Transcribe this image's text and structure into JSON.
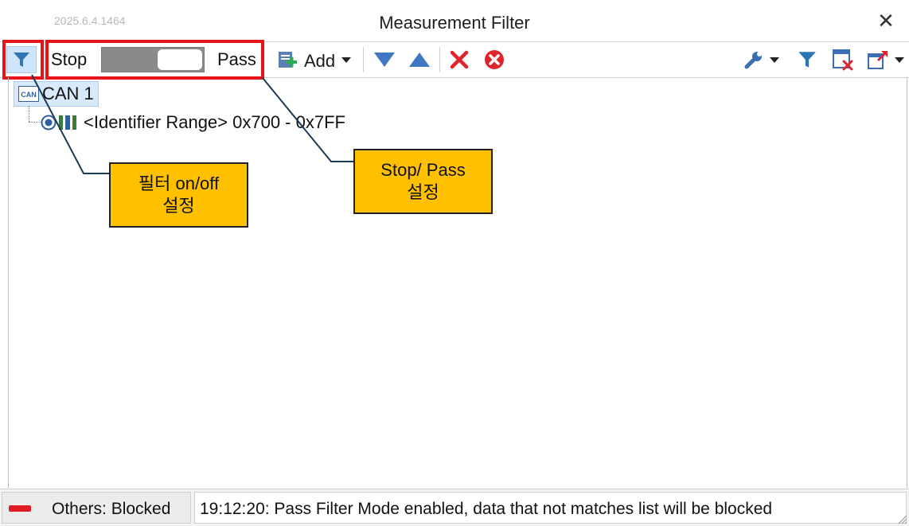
{
  "window": {
    "version": "2025.6.4.1464",
    "title": "Measurement Filter",
    "close_glyph": "✕"
  },
  "toolbar": {
    "filter_toggle_icon": "funnel-icon",
    "stop_label": "Stop",
    "pass_label": "Pass",
    "switch_state": "Pass",
    "add_label": "Add",
    "icons": [
      "add-filter-icon",
      "chevron-down-icon",
      "move-down-icon",
      "move-up-icon",
      "delete-icon",
      "delete-all-icon",
      "wrench-icon",
      "funnel-icon",
      "clear-filter-icon",
      "export-icon"
    ]
  },
  "tree": {
    "channel_badge": "CAN",
    "channel_label": "CAN 1",
    "entries": [
      {
        "label": "<Identifier Range> 0x700 - 0x7FF"
      }
    ]
  },
  "annotations": {
    "filter_callout": {
      "line1": "필터 on/off",
      "line2": "설정"
    },
    "stoppass_callout": {
      "line1": "Stop/ Pass",
      "line2": "설정"
    }
  },
  "status": {
    "others": "Others: Blocked",
    "message": "19:12:20: Pass Filter Mode enabled, data that not matches list will be blocked"
  },
  "colors": {
    "highlight": "#e8141c",
    "callout": "#ffc000",
    "accent_blue": "#2e75b6",
    "delete_red": "#e0242c",
    "blocked_red": "#e01b24"
  }
}
